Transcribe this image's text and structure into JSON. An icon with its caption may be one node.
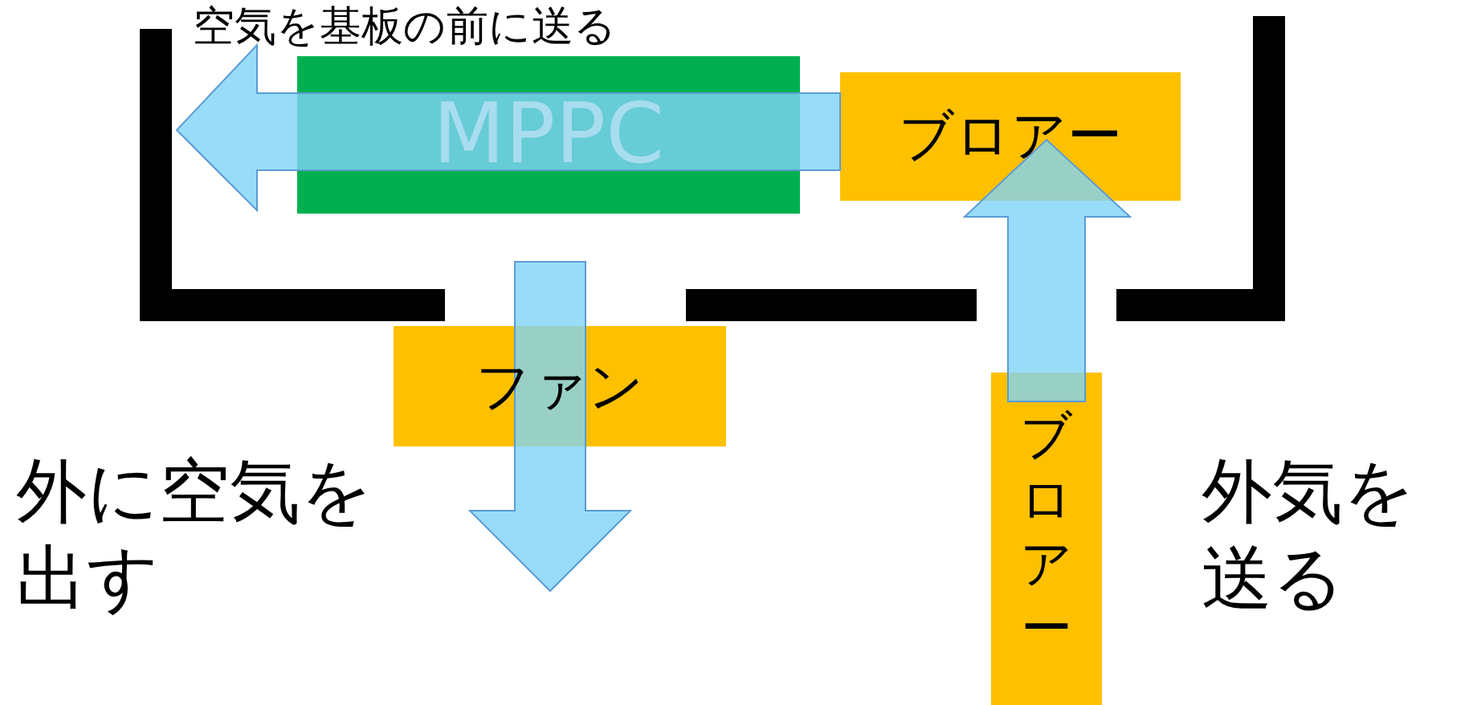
{
  "diagram": {
    "nodes": [
      {
        "text": [
          "MPPC"
        ]
      },
      {
        "text": [
          "ブロアー"
        ]
      },
      {
        "text": [
          "ファン"
        ]
      },
      {
        "text": [
          "ブロアー"
        ]
      }
    ],
    "edges": [
      {
        "from": 3,
        "to": 1,
        "arrow": "to"
      },
      {
        "from": 1,
        "to": null,
        "arrow": "to"
      },
      {
        "from": 2,
        "to": null,
        "arrow": "to"
      }
    ],
    "labels": [
      "空気を基板の前に送る",
      "外に空気を出す",
      "外気を送る"
    ]
  }
}
